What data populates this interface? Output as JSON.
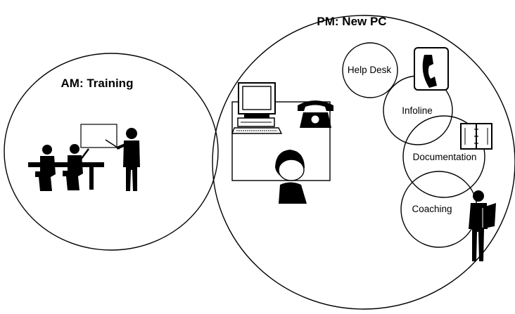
{
  "am_circle": {
    "title": "AM: Training"
  },
  "pm_circle": {
    "title": "PM: New PC"
  },
  "services": {
    "help_desk": "Help Desk",
    "infoline": "Infoline",
    "documentation": "Documentation",
    "coaching": "Coaching"
  }
}
